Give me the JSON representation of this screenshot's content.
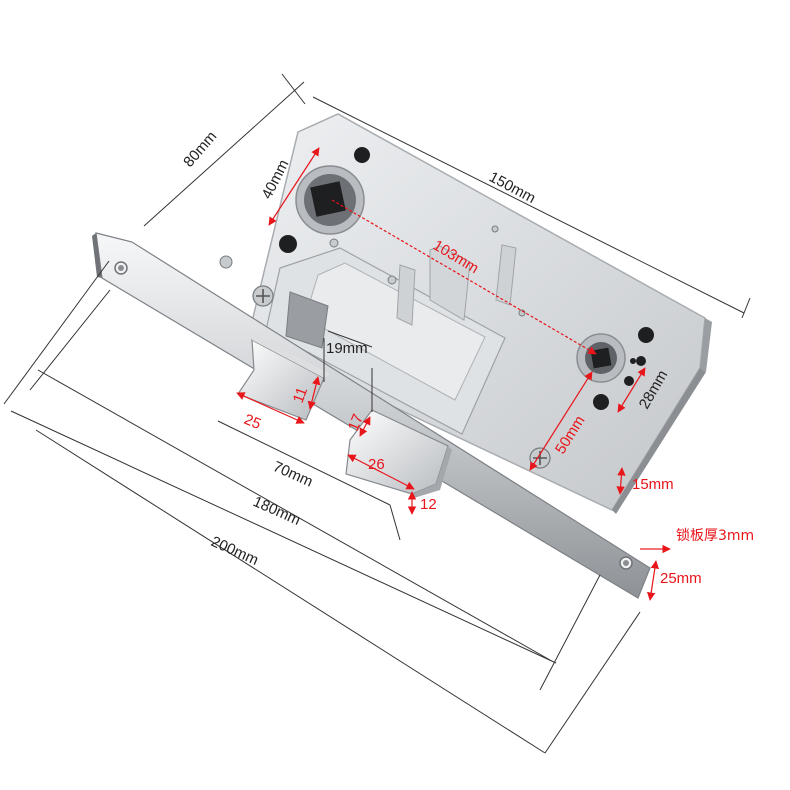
{
  "colors": {
    "accent_red": "#e8151b",
    "dimension_line": "#333333",
    "background": "#ffffff"
  },
  "labels": {
    "width_150": "150mm",
    "height_80": "80mm",
    "backset_40": "40mm",
    "center_103": "103mm",
    "spacing_50": "50mm",
    "spacing_28": "28mm",
    "latch_19": "19mm",
    "latch_11": "11",
    "latch_25": "25",
    "bolt_17": "17",
    "bolt_26": "26",
    "bolt_12": "12",
    "faceplate_70": "70mm",
    "faceplate_180": "180mm",
    "faceplate_200": "200mm",
    "offset_15": "15mm",
    "faceplate_thickness": "锁板厚3mm",
    "faceplate_width_25": "25mm"
  }
}
